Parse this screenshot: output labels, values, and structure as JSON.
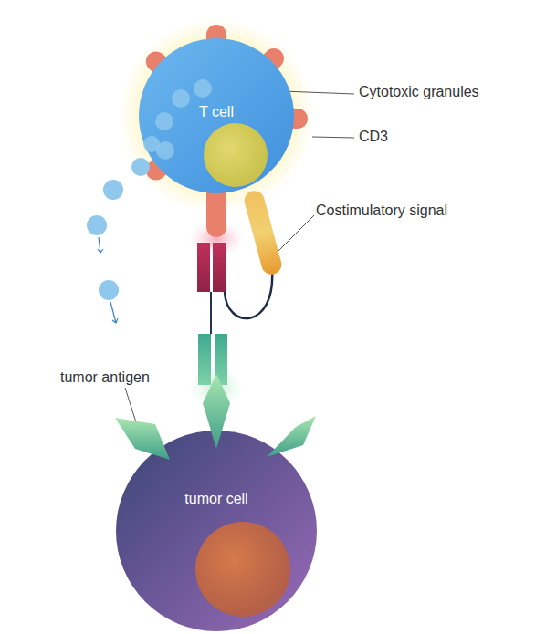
{
  "diagram": {
    "nodes": [
      {
        "text": [
          "T cell"
        ]
      },
      {
        "text": [
          "tumor cell"
        ]
      }
    ],
    "labels": [
      "Cytotoxic granules",
      "CD3",
      "Costimulatory signal",
      "tumor antigen"
    ]
  }
}
